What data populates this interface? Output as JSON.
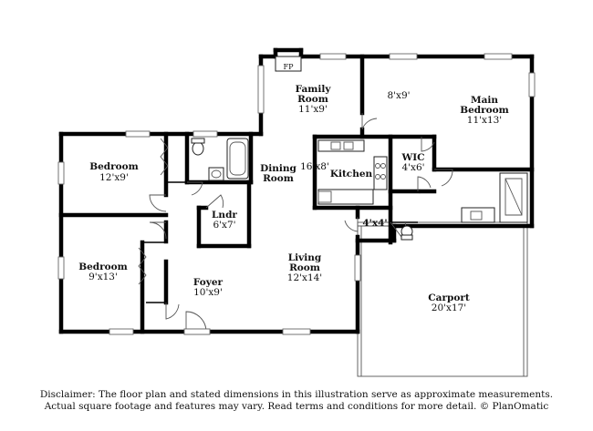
{
  "plan": {
    "rooms": {
      "fireplace": "FP",
      "family_room_l1": "Family",
      "family_room_l2": "Room",
      "family_room_dims": "11'x9'",
      "closet_8x9": "8'x9'",
      "main_bedroom_l1": "Main",
      "main_bedroom_l2": "Bedroom",
      "main_bedroom_dims": "11'x13'",
      "bedroom1_name": "Bedroom",
      "bedroom1_dims": "12'x9'",
      "dining_l1": "Dining",
      "dining_l2": "Room",
      "dining_dims": "16'x8'",
      "kitchen": "Kitchen",
      "wic": "WIC",
      "wic_dims": "4'x6'",
      "laundry": "Lndr",
      "laundry_dims": "6'x7'",
      "hall_dims": "4'x4'",
      "bedroom2_name": "Bedroom",
      "bedroom2_dims": "9'x13'",
      "living_l1": "Living",
      "living_l2": "Room",
      "living_dims": "12'x14'",
      "foyer": "Foyer",
      "foyer_dims": "10'x9'",
      "carport": "Carport",
      "carport_dims": "20'x17'"
    }
  },
  "disclaimer": {
    "line1": "Disclaimer: The floor plan and stated dimensions in this illustration serve as approximate measurements.",
    "line2": "Actual square footage and features may vary. Read terms and conditions for more detail. © PlanOmatic"
  }
}
